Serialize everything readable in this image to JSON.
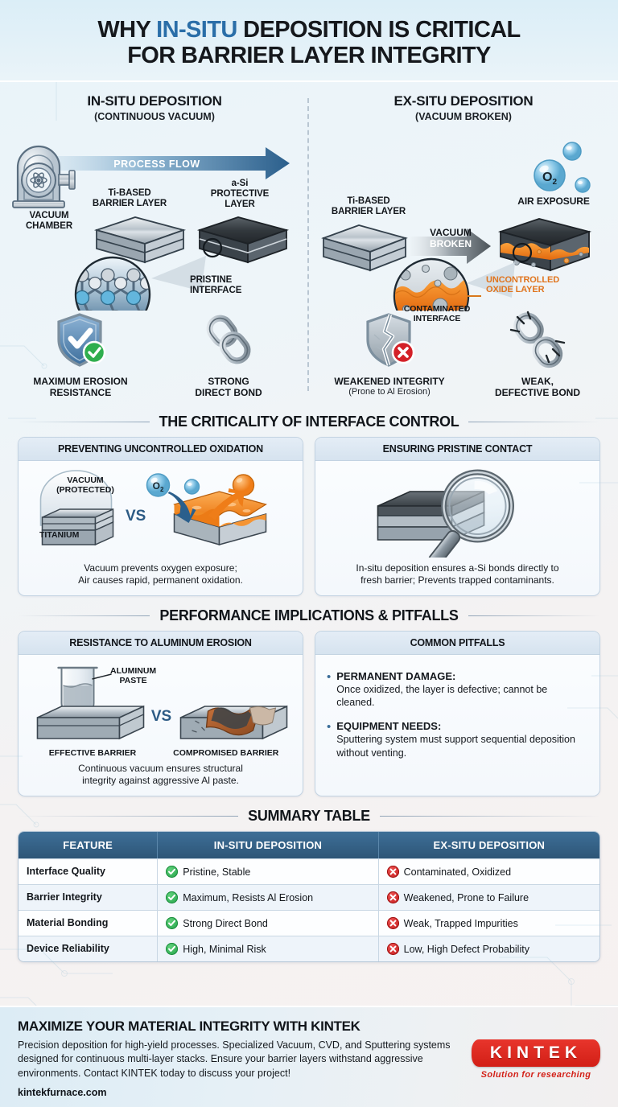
{
  "header": {
    "title_part1": "WHY ",
    "title_accent": "IN-SITU",
    "title_part2": " DEPOSITION IS CRITICAL",
    "title_line2": "FOR BARRIER LAYER INTEGRITY"
  },
  "compare": {
    "left": {
      "title": "IN-SITU DEPOSITION",
      "subtitle": "(CONTINUOUS VACUUM)",
      "chamber_label": "VACUUM\nCHAMBER",
      "chamber_label_l1": "VACUUM",
      "chamber_label_l2": "CHAMBER",
      "flow_label": "PROCESS FLOW",
      "block1_l1": "Ti-BASED",
      "block1_l2": "BARRIER LAYER",
      "block2_l1": "a-Si",
      "block2_l2": "PROTECTIVE",
      "block2_l3": "LAYER",
      "zoom_l1": "PRISTINE",
      "zoom_l2": "INTERFACE",
      "outcome1_l1": "MAXIMUM EROSION",
      "outcome1_l2": "RESISTANCE",
      "outcome2_l1": "STRONG",
      "outcome2_l2": "DIRECT BOND"
    },
    "right": {
      "title": "EX-SITU DEPOSITION",
      "subtitle": "(VACUUM BROKEN)",
      "block1_l1": "Ti-BASED",
      "block1_l2": "BARRIER LAYER",
      "arrow_l1": "VACUUM",
      "arrow_l2": "BROKEN",
      "o2_label": "O",
      "o2_sub": "2",
      "air_label": "AIR EXPOSURE",
      "zoom_l1": "CONTAMINATED",
      "zoom_l2": "INTERFACE",
      "oxide_l1": "UNCONTROLLED",
      "oxide_l2": "OXIDE LAYER",
      "outcome1_l1": "WEAKENED INTEGRITY",
      "outcome1_l2": "(Prone to Al Erosion)",
      "outcome2_l1": "WEAK,",
      "outcome2_l2": "DEFECTIVE BOND"
    }
  },
  "section_interface": {
    "heading": "THE CRITICALITY OF INTERFACE CONTROL",
    "card1": {
      "title": "PREVENTING UNCONTROLLED OXIDATION",
      "vacuum_l1": "VACUUM",
      "vacuum_l2": "(PROTECTED)",
      "titanium_label": "TITANIUM",
      "vs": "VS",
      "o2_label": "O",
      "o2_sub": "2",
      "caption_l1": "Vacuum prevents oxygen exposure;",
      "caption_l2": "Air causes rapid, permanent oxidation."
    },
    "card2": {
      "title": "ENSURING PRISTINE CONTACT",
      "caption_l1": "In-situ deposition ensures a-Si bonds directly to",
      "caption_l2": "fresh barrier; Prevents trapped contaminants."
    }
  },
  "section_performance": {
    "heading": "PERFORMANCE IMPLICATIONS & PITFALLS",
    "card1": {
      "title": "RESISTANCE TO ALUMINUM EROSION",
      "paste_l1": "ALUMINUM",
      "paste_l2": "PASTE",
      "vs": "VS",
      "left_label": "EFFECTIVE BARRIER",
      "right_label": "COMPROMISED BARRIER",
      "caption_l1": "Continuous vacuum ensures structural",
      "caption_l2": "integrity against aggressive Al paste."
    },
    "card2": {
      "title": "COMMON PITFALLS",
      "items": [
        {
          "title": "PERMANENT DAMAGE:",
          "body": "Once oxidized, the layer is defective; cannot be cleaned."
        },
        {
          "title": "EQUIPMENT NEEDS:",
          "body": "Sputtering system must support sequential deposition without venting."
        }
      ]
    }
  },
  "summary": {
    "heading": "SUMMARY TABLE",
    "columns": [
      "FEATURE",
      "IN-SITU DEPOSITION",
      "EX-SITU DEPOSITION"
    ],
    "rows": [
      {
        "feature": "Interface Quality",
        "insitu": "Pristine, Stable",
        "exsitu": "Contaminated, Oxidized"
      },
      {
        "feature": "Barrier Integrity",
        "insitu": "Maximum, Resists Al Erosion",
        "exsitu": "Weakened, Prone to Failure"
      },
      {
        "feature": "Material Bonding",
        "insitu": "Strong Direct Bond",
        "exsitu": "Weak, Trapped Impurities"
      },
      {
        "feature": "Device Reliability",
        "insitu": "High, Minimal Risk",
        "exsitu": "Low, High Defect Probability"
      }
    ]
  },
  "footer": {
    "title": "MAXIMIZE YOUR MATERIAL INTEGRITY WITH KINTEK",
    "body": "Precision deposition for high-yield processes. Specialized Vacuum, CVD, and Sputtering systems designed for continuous multi-layer stacks. Ensure your barrier layers withstand aggressive environments. Contact KINTEK today to discuss your project!",
    "url": "kintekfurnace.com",
    "logo_name": "KINTEK",
    "logo_tagline": "Solution for researching"
  },
  "colors": {
    "accent_blue": "#2a6ea8",
    "table_header": "#2d5577",
    "ok_green": "#23a349",
    "no_red": "#c01a1a",
    "oxide_orange": "#ef8022",
    "logo_red": "#d21f16"
  }
}
